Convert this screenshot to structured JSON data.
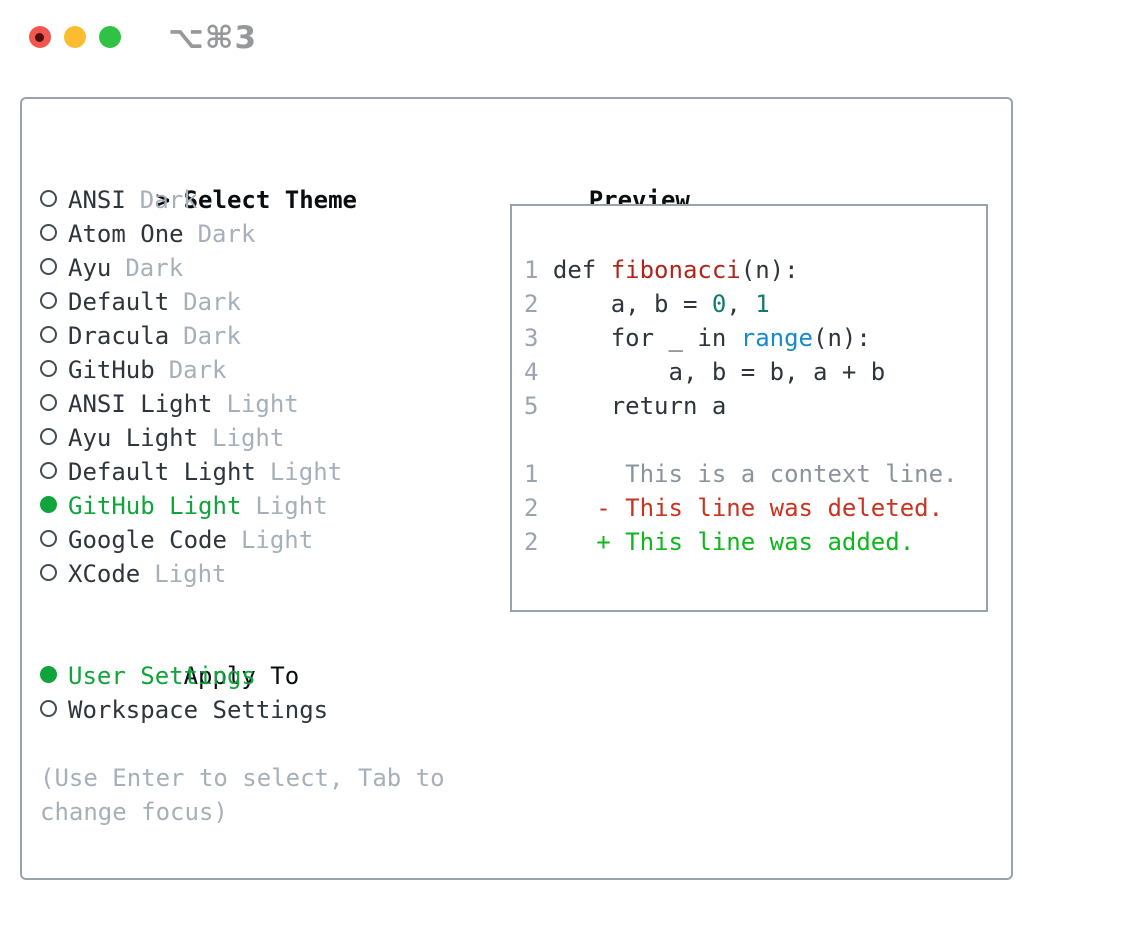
{
  "titlebar": {
    "buttons": [
      "close",
      "minimize",
      "zoom"
    ],
    "shortcut": "⌥⌘3"
  },
  "theme_panel": {
    "header_prefix": ">",
    "header": "Select Theme",
    "themes": [
      {
        "name": "ANSI",
        "variant": "Dark",
        "selected": false
      },
      {
        "name": "Atom One",
        "variant": "Dark",
        "selected": false
      },
      {
        "name": "Ayu",
        "variant": "Dark",
        "selected": false
      },
      {
        "name": "Default",
        "variant": "Dark",
        "selected": false
      },
      {
        "name": "Dracula",
        "variant": "Dark",
        "selected": false
      },
      {
        "name": "GitHub",
        "variant": "Dark",
        "selected": false
      },
      {
        "name": "ANSI Light",
        "variant": "Light",
        "selected": false
      },
      {
        "name": "Ayu Light",
        "variant": "Light",
        "selected": false
      },
      {
        "name": "Default Light",
        "variant": "Light",
        "selected": false
      },
      {
        "name": "GitHub Light",
        "variant": "Light",
        "selected": true
      },
      {
        "name": "Google Code",
        "variant": "Light",
        "selected": false
      },
      {
        "name": "XCode",
        "variant": "Light",
        "selected": false
      }
    ],
    "apply_to": {
      "header": "Apply To",
      "options": [
        {
          "label": "User Settings",
          "selected": true
        },
        {
          "label": "Workspace Settings",
          "selected": false
        }
      ]
    },
    "hint": "(Use Enter to select, Tab to change focus)"
  },
  "preview": {
    "header": "Preview",
    "code_lines": [
      [
        {
          "t": "1 ",
          "c": "ln"
        },
        {
          "t": "def ",
          "c": "code"
        },
        {
          "t": "fibonacci",
          "c": "func"
        },
        {
          "t": "(n):",
          "c": "code"
        }
      ],
      [
        {
          "t": "2 ",
          "c": "ln"
        },
        {
          "t": "    a, b = ",
          "c": "code"
        },
        {
          "t": "0",
          "c": "num"
        },
        {
          "t": ", ",
          "c": "code"
        },
        {
          "t": "1",
          "c": "num"
        }
      ],
      [
        {
          "t": "3 ",
          "c": "ln"
        },
        {
          "t": "    for _ in ",
          "c": "code"
        },
        {
          "t": "range",
          "c": "builtin"
        },
        {
          "t": "(n):",
          "c": "code"
        }
      ],
      [
        {
          "t": "4 ",
          "c": "ln"
        },
        {
          "t": "        a, b = b, a + b",
          "c": "code"
        }
      ],
      [
        {
          "t": "5 ",
          "c": "ln"
        },
        {
          "t": "    return a",
          "c": "code"
        }
      ],
      [],
      [
        {
          "t": "1 ",
          "c": "ln"
        },
        {
          "t": "     This is a context line.",
          "c": "ctx"
        }
      ],
      [
        {
          "t": "2 ",
          "c": "ln"
        },
        {
          "t": "   ",
          "c": "code"
        },
        {
          "t": "- This line was deleted.",
          "c": "del"
        }
      ],
      [
        {
          "t": "2 ",
          "c": "ln"
        },
        {
          "t": "   ",
          "c": "code"
        },
        {
          "t": "+ This line was added.",
          "c": "add"
        }
      ]
    ]
  },
  "colors": {
    "panel_border": "#9aa3ad",
    "header_text": "#0b0e11",
    "item_text": "#2e353c",
    "variant_text": "#a6b0ba",
    "selected_green": "#12a43c",
    "hint_text": "#a6b0ba",
    "ln": "#9aa4b0",
    "code": "#2e353c",
    "func_red": "#ae261b",
    "num_teal": "#107c70",
    "builtin_blue": "#168aca",
    "ctx_gray": "#8b949e",
    "del_red": "#c93420",
    "add_green": "#10b61f",
    "traffic_red": "#f2564e",
    "traffic_red_dot": "#4c0f10",
    "traffic_yellow": "#fbbd2f",
    "traffic_green": "#30c245",
    "shortcut_text": "#96989c"
  }
}
